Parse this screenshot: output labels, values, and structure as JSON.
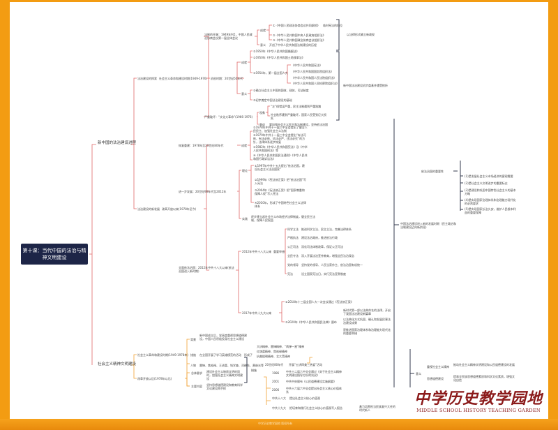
{
  "title": "第十课：当代中国的法治与精神文明建设",
  "footer": "中学历史教学园地 版权所有",
  "logo": {
    "cn": "中学历史教学园地",
    "en": "MIDDLE SCHOOL HISTORY TEACHING GARDEN"
  },
  "colors": {
    "frame": "#f39c12",
    "title_bg": "#1d2547",
    "branch1": "#e06666",
    "branch2": "#f0a030",
    "bracket": "#333a4d"
  },
  "branch1": {
    "label": "新中国的法治建设进程",
    "explore": {
      "label": "法治建设的探索",
      "period": "社会主义革命和建设时期(1949-1976)",
      "start": {
        "label": "法制的开端：1949年9月，中国人民政治协商会议第一届全体会议",
        "achieve": "成就",
        "meaning": "意义",
        "items": [
          "①《中国人民政治协商会议共同纲领》",
          "②《中华人民共和国中央人民政府组织法》",
          "③《中华人民共和国政治协商会议组织法》"
        ],
        "note": "临时宪法的地位",
        "meaning_text": "开创了中华人民共和国法制建设的历程",
        "summary": "以法律形式确立新政权"
      },
      "early": {
        "label": "初创时期：20世纪50年代",
        "achieve": "成就",
        "meaning": "意义",
        "items": [
          "①1950年《中华人民共和国婚姻法》",
          "②1950年《中华人民共和国土地改革法》",
          "③1954年，第一届全国人大"
        ],
        "laws": [
          "《中华人民共和国宪法》",
          "《中华人民共和国国务院组织法》",
          "《中华人民共和国人民法院组织法》",
          "《中华人民共和国人民检察院组织法》"
        ],
        "meanings": [
          "①确立社会主义中国的国体、政体、司法制度",
          "②初步奠定中国法治建设的基础"
        ]
      },
      "damage": {
        "label": "严重破坏：“文化大革命”(1966-1976)",
        "phenomenon": "现象",
        "lesson": "教训",
        "items": [
          "“左”倾错误严重，民主法制遭到严重践踏",
          "社会秩序遭到严重破坏，国家人民受到巨大损失"
        ],
        "lesson_text": "要加强社会主义民主和法制建设，坚持依法治国"
      },
      "summary": "新中国法治建设初步奠基并遭受挫折"
    },
    "develop": {
      "label": "法治建设的新发展",
      "period": "改革开放以来(1978年至今)",
      "restart": {
        "label": "恢复重建：1978年至20世纪80年代",
        "tag": "成就",
        "items": [
          "①1978年中共十一届三中全会提出了健全人民民主、加强社会主义法制",
          "②1979年中共十一届三中全会提出“有法可依、有法必依、执法必严、违法必究”的方针，法律体系逐步恢复",
          "③1982年《中华人民共和国宪法》及《中华人民共和国刑法》等",
          "④《中华人民共和国民法通则》《中华人民共和国行政诉讼法》"
        ]
      },
      "further": {
        "label": "进一步发展：20世纪90年代至2012年",
        "theory": "理论",
        "practice": "实践",
        "items": [
          "①1997年中共十五大提出“依法治国，建设社会主义法治国家”",
          "②1999年《宪法修正案》把“依法治国”写入宪法",
          "③2004年《宪法修正案》把“国家尊重和保障人权”写入宪法",
          "④2010年，形成了中国特色社会主义法律体系"
        ],
        "practice_text": "逐步建立起社会主义市场经济法律制度，健全民主法制，保障人民权益"
      },
      "comprehensive": {
        "label": "全面依法治国：2012年中共十八大以来(依法治国进入新时期)",
        "s18": "2012年中共十八大以来",
        "s18_tag": "重要举措",
        "s18_items": [
          [
            "科学立法",
            "推进科学立法、民主立法，完善法律体系"
          ],
          [
            "严格执法",
            "建设法治政府，推进依法行政"
          ],
          [
            "公正司法",
            "深化司法体制改革，保证公正司法"
          ],
          [
            "全民守法",
            "深入开展法治宣传教育，增强全民法治观念"
          ],
          [
            "党的领导",
            "坚持党的领导、人民当家作主、依法治国有机统一"
          ],
          [
            "宪法",
            "设立国家宪法日，实行宪法宣誓制度"
          ]
        ],
        "s19": "2017年中共十九大以来",
        "s19_items": [
          "①2018年十三届全国人大一次会议通过《宪法修正案》",
          "②2020年《中华人民共和国民法典》颁布"
        ],
        "s19_sub": [
          "新时代第一部以法典命名的法律，开启了我国法治建设新篇章",
          "以法典化方式巩固、确认和发展民事法治建设成果",
          "是推进国家治理体系和治理能力现代化的重要举措"
        ]
      }
    }
  },
  "right": {
    "summary": "中国法治建设进入新的发展时期（民主政治和法制建设迈向新阶段）",
    "importance": {
      "label": "依法治国的重要性",
      "items": [
        "(1)是发展社会主义市场经济的客观需要",
        "(2)是社会主义文明进步的重要标志",
        "(3)是建设和巩固中国特色社会主义的基本方略",
        "(4)是实现国家治理体系和治理能力现代化的必然要求",
        "(5)是实现国家长治久安，维护人民根本利益的重要保障"
      ]
    },
    "spirit": {
      "label": "意义",
      "items": [
        [
          "重视社会主义精神",
          "推动社会主义精神文明建设和公民道德建设的发展"
        ],
        [
          "思想道德建设",
          "提高全民族思想道德素质和科学文化素质，增强文化自信"
        ]
      ]
    }
  },
  "branch2": {
    "label": "社会主义精神文明建设",
    "early": {
      "label": "社会主义革命和建设时期(1949-1978年)",
      "background": "背景",
      "measure": "措施",
      "people": "人物",
      "background_text": "新中国成立后，党高度重视思想道德建设，中国人民积极投身社会主义建设",
      "measure_text": "在全国开展了学习英雄模范的活动",
      "measure_result": "形成了",
      "people_text": "雷锋、焦裕禄、王进喜、钱学森、邓稼先、黄继光等",
      "spirits": [
        "大庆精神、雷锋精神、“两弹一星”精神",
        "红旗渠精神、焦裕禄精神",
        "抗美援朝精神、北大荒精神"
      ]
    },
    "reform": {
      "label": "改革开放以后(1978年以后)",
      "goal": "总体要求",
      "content": "主要内容",
      "goal_text": "建设社会主义物质文明的同时，加强社会主义精神文明建设",
      "content_text": "坚持思想道德建设和教育科学文化建设两手抓",
      "tag": "措施",
      "items": [
        [
          "20世纪80年代",
          "开展“五讲四美三热爱”活动"
        ],
        [
          "1986",
          "中共十二届六中全会通过《关于社会主义精神文明建设指导方针的决议》"
        ],
        [
          "2001",
          "中共中央颁布《公民道德建设实施纲要》"
        ],
        [
          "2006",
          "中共十六届六中全会提出社会主义核心价值体系"
        ],
        [
          "中共十八大",
          "提出社会主义核心价值观"
        ],
        [
          "中共十九大",
          "把培育和践行社会主义核心价值观写入报告"
        ]
      ],
      "final": "着力培养担当民族复兴大任的时代新人"
    }
  }
}
